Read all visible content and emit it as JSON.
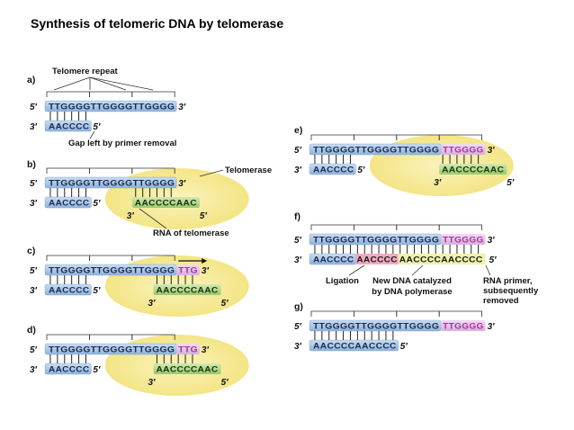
{
  "title": "Synthesis of telomeric DNA by telomerase",
  "colors": {
    "dna_strand": "#a9c6e8",
    "rna_template": "#b8d88e",
    "new_dna": "#e6c8ec",
    "ligation": "#f2a9bf",
    "telomerase": "#f7e99a"
  },
  "labels": {
    "telomere_repeat": "Telomere repeat",
    "gap": "Gap left by primer removal",
    "telomerase": "Telomerase",
    "rna_of_telomerase": "RNA of telomerase",
    "ligation": "Ligation",
    "new_dna_1": "New DNA catalyzed",
    "new_dna_2": "by DNA polymerase",
    "rna_primer_1": "RNA primer,",
    "rna_primer_2": "subsequently",
    "rna_primer_3": "removed"
  },
  "ends": {
    "five": "5′",
    "three": "3′"
  },
  "panels": [
    {
      "id": "a",
      "label": "a)",
      "top": "TTGGGGTTGGGGTTGGGG",
      "top_ext": "",
      "bottom": "AACCCC",
      "rna": ""
    },
    {
      "id": "b",
      "label": "b)",
      "top": "TTGGGGTTGGGGTTGGGG",
      "top_ext": "",
      "bottom": "AACCCC",
      "rna": "AACCCCAAC"
    },
    {
      "id": "c",
      "label": "c)",
      "top": "TTGGGGTTGGGGTTGGGG",
      "top_ext": "TTG",
      "bottom": "AACCCC",
      "rna": "AACCCCAAC"
    },
    {
      "id": "d",
      "label": "d)",
      "top": "TTGGGGTTGGGGTTGGGG",
      "top_ext": "TTG",
      "bottom": "AACCCC",
      "rna": "AACCCCAAC"
    },
    {
      "id": "e",
      "label": "e)",
      "top": "TTGGGGTTGGGGTTGGGG",
      "top_ext": "TTGGGG",
      "bottom": "AACCCC",
      "rna": "AACCCCAAC"
    },
    {
      "id": "f",
      "label": "f)",
      "top": "TTGGGGTTGGGGTTGGGG",
      "top_ext": "TTGGGG",
      "bottom": "AACCCC",
      "bottom_lig": "AACCCC",
      "bottom_new": "AACCCCAACCCC"
    },
    {
      "id": "g",
      "label": "g)",
      "top": "TTGGGGTTGGGGTTGGGG",
      "top_ext": "TTGGGG",
      "bottom": "AACCCCAACCCC",
      "rna": ""
    }
  ]
}
